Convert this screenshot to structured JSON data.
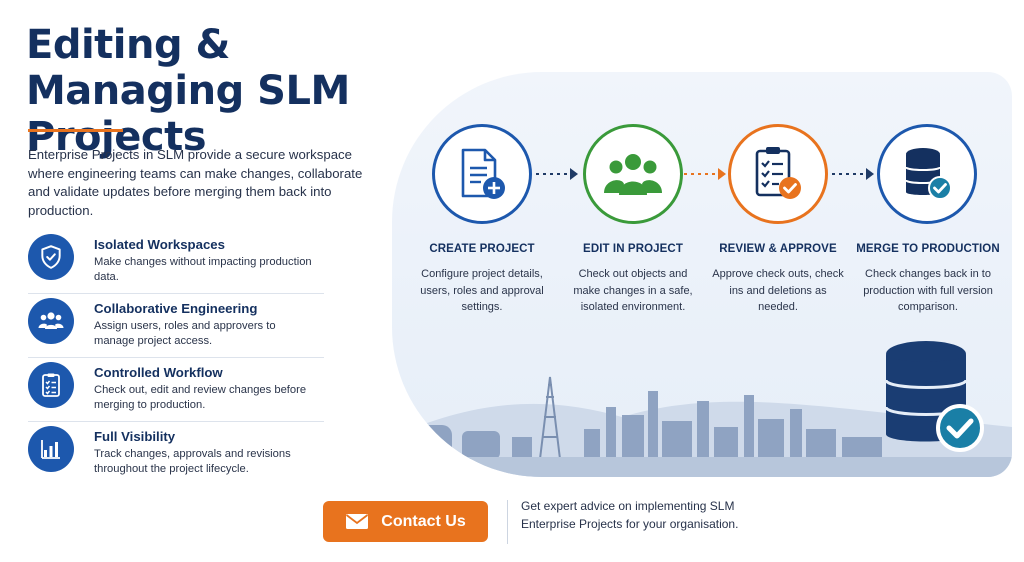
{
  "title": "Editing & Managing SLM Projects",
  "intro": "Enterprise Projects in SLM provide a secure workspace where engineering teams can make changes, collaborate and validate updates before merging them back into production.",
  "features": [
    {
      "icon": "shield-check-icon",
      "title": "Isolated Workspaces",
      "desc": "Make changes without impacting production data."
    },
    {
      "icon": "users-icon",
      "title": "Collaborative Engineering",
      "desc": "Assign users, roles and approvers to manage project access."
    },
    {
      "icon": "clipboard-checklist-icon",
      "title": "Controlled Workflow",
      "desc": "Check out, edit and review changes before merging to production."
    },
    {
      "icon": "bar-chart-icon",
      "title": "Full Visibility",
      "desc": "Track changes, approvals and revisions throughout the project lifecycle."
    }
  ],
  "steps": [
    {
      "icon": "document-add-icon",
      "color": "#1d58ad",
      "label": "CREATE PROJECT",
      "desc": "Configure project details, users, roles and approval settings."
    },
    {
      "icon": "team-icon",
      "color": "#3a9a3a",
      "label": "EDIT IN PROJECT",
      "desc": "Check out objects and make changes in a safe, isolated environment."
    },
    {
      "icon": "checklist-approve-icon",
      "color": "#e8731e",
      "label": "REVIEW & APPROVE",
      "desc": "Approve check outs, check ins and deletions as needed."
    },
    {
      "icon": "database-check-icon",
      "color": "#1d58ad",
      "label": "MERGE TO PRODUCTION",
      "desc": "Check changes back in to production with full version comparison."
    }
  ],
  "colors": {
    "brand": "#14305f",
    "accent": "#e8731e",
    "blue": "#1d58ad",
    "green": "#3a9a3a"
  },
  "cta": {
    "label": "Contact Us",
    "icon": "envelope-icon",
    "advice": "Get expert advice on implementing SLM Enterprise Projects for your organisation."
  }
}
